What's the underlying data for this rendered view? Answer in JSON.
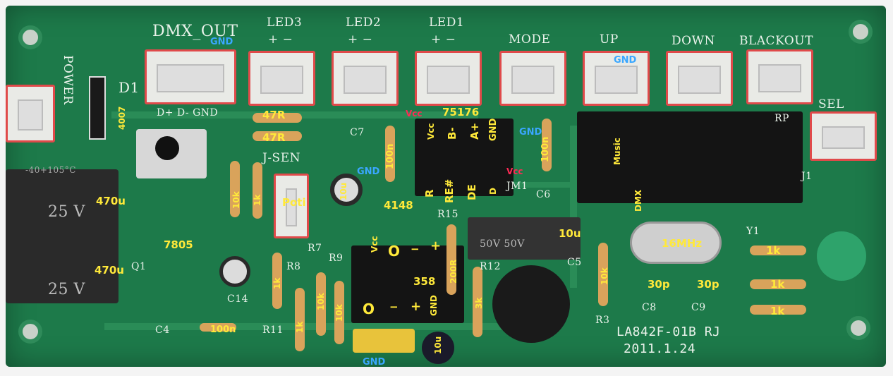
{
  "silkscreen": {
    "dmx_out": "DMX_OUT",
    "led3": "LED3",
    "led2": "LED2",
    "led1": "LED1",
    "mode": "MODE",
    "up": "UP",
    "down": "DOWN",
    "blackout": "BLACKOUT",
    "power": "POWER",
    "sel": "SEL",
    "d1": "D1",
    "dmx_pins": "D+ D- GND",
    "pm": "+ −",
    "j_sen": "J-SEN",
    "c7": "C7",
    "c6": "C6",
    "c5": "C5",
    "c4": "C4",
    "c8": "C8",
    "c9": "C9",
    "c14": "C14",
    "r7": "R7",
    "r8": "R8",
    "r9": "R9",
    "r11": "R11",
    "r12": "R12",
    "r15": "R15",
    "r3": "R3",
    "q1": "Q1",
    "y1": "Y1",
    "jm1": "JM1",
    "j1": "J1",
    "rp": "RP",
    "board_id": "LA842F-01B RJ",
    "date": "2011.1.24",
    "cap_voltage": "25 V",
    "cap_voltage2": "25 V",
    "cap_temp": "-40+105°C",
    "ecap_label": "50V 50V"
  },
  "annotations": {
    "gnd_dmx": "GND",
    "gnd_up": "GND",
    "gnd_c6": "GND",
    "gnd_c7": "GND",
    "gnd_bottom": "GND",
    "vcc_top": "Vcc",
    "vcc_jm1": "Vcc",
    "ic_75176": "75176",
    "pin_vcc": "Vcc",
    "pin_b": "B-",
    "pin_a": "A+",
    "pin_gnd": "GND",
    "pin_r": "R",
    "pin_re": "RE#",
    "pin_de": "DE",
    "pin_d": "D",
    "d_4007": "4007",
    "r47a": "47R",
    "r47b": "47R",
    "c_100n_c7": "100n",
    "c_100n_c6": "100n",
    "c_100n_c4": "100n",
    "r10k_a": "10k",
    "r1k_a": "1k",
    "poti": "Poti",
    "c10u_a": "10u",
    "c470u_a": "470u",
    "c470u_b": "470u",
    "reg_7805": "7805",
    "d4148": "4148",
    "op_vcc": "Vcc",
    "op_o": "O",
    "op_minus": "−",
    "op_plus": "+",
    "c10u_b": "10u",
    "r200r": "200R",
    "ic_358": "358",
    "op2_o": "O",
    "op2_minus": "−",
    "op2_plus": "+",
    "op2_gnd": "GND",
    "r1k_b": "1k",
    "r10k_b": "10k",
    "r10k_c": "10k",
    "r1k_c": "1k",
    "r3k": "3k",
    "c10u_c": "10u",
    "r10k_d": "10k",
    "xtal": "16MHz",
    "c30p_a": "30p",
    "c30p_b": "30p",
    "r1k_d": "1k",
    "r1k_e": "1k",
    "r1k_f": "1k",
    "music": "Music",
    "dmx": "DMX"
  },
  "colors": {
    "board": "#1d7a4a",
    "annotation_yellow": "#ffe93a",
    "annotation_blue": "#3aa7ff",
    "annotation_red": "#ff2a55"
  }
}
